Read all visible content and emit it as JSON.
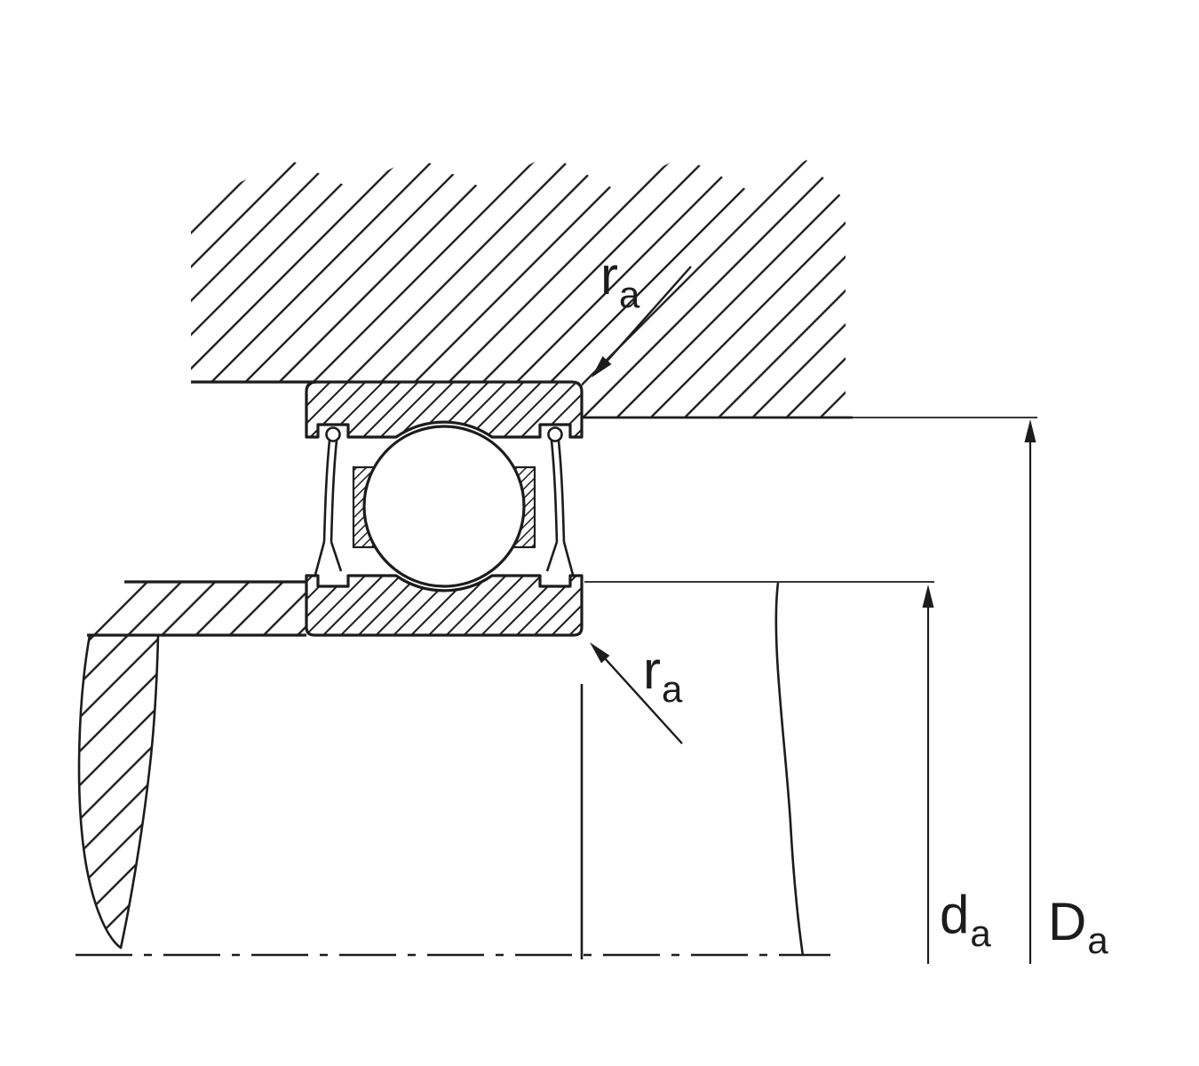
{
  "figure": {
    "kind": "technical-section-drawing",
    "subject": "sealed deep groove ball bearing mounted between shaft shoulder and housing shoulder"
  },
  "labels": {
    "ra_top": {
      "main": "r",
      "sub": "a"
    },
    "ra_bottom": {
      "main": "r",
      "sub": "a"
    },
    "da": {
      "main": "d",
      "sub": "a"
    },
    "Da": {
      "main": "D",
      "sub": "a"
    }
  },
  "colors": {
    "ink": "#1c1c1c",
    "background": "#ffffff"
  }
}
